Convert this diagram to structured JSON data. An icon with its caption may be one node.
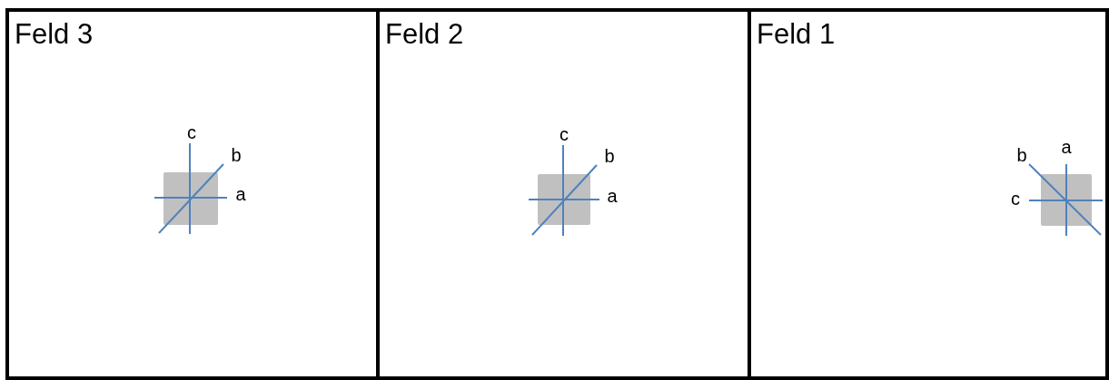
{
  "diagram": {
    "nodes": [
      {
        "text": [
          "Feld 3"
        ]
      },
      {
        "text": [
          "Feld 2"
        ]
      },
      {
        "text": [
          "Feld 1"
        ]
      }
    ],
    "labels": [
      "c",
      "b",
      "a",
      "c",
      "b",
      "a",
      "b",
      "a",
      "c"
    ]
  }
}
